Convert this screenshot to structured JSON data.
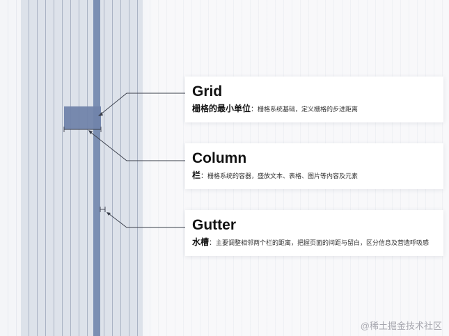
{
  "cards": [
    {
      "title": "Grid",
      "term": "栅格的最小单位",
      "separator": "：",
      "detail": "栅格系统基础，定义栅格的步进距离"
    },
    {
      "title": "Column",
      "term": "栏",
      "separator": "：",
      "detail": "栅格系统的容器，盛放文本、表格、图片等内容及元素"
    },
    {
      "title": "Gutter",
      "term": "水槽",
      "separator": "：",
      "detail": "主要调整相邻两个栏的距离，把握页面的间距与留白，区分信息及营造呼吸感"
    }
  ],
  "watermark": "@稀土掘金技术社区",
  "colors": {
    "background": "#ffffff",
    "grid_band": "#dde2ea",
    "grid_line": "#aab3c4",
    "column_highlight": "#7b8fb3",
    "grid_cell": "#7184ab",
    "pointer_line": "#3a3f4b"
  }
}
